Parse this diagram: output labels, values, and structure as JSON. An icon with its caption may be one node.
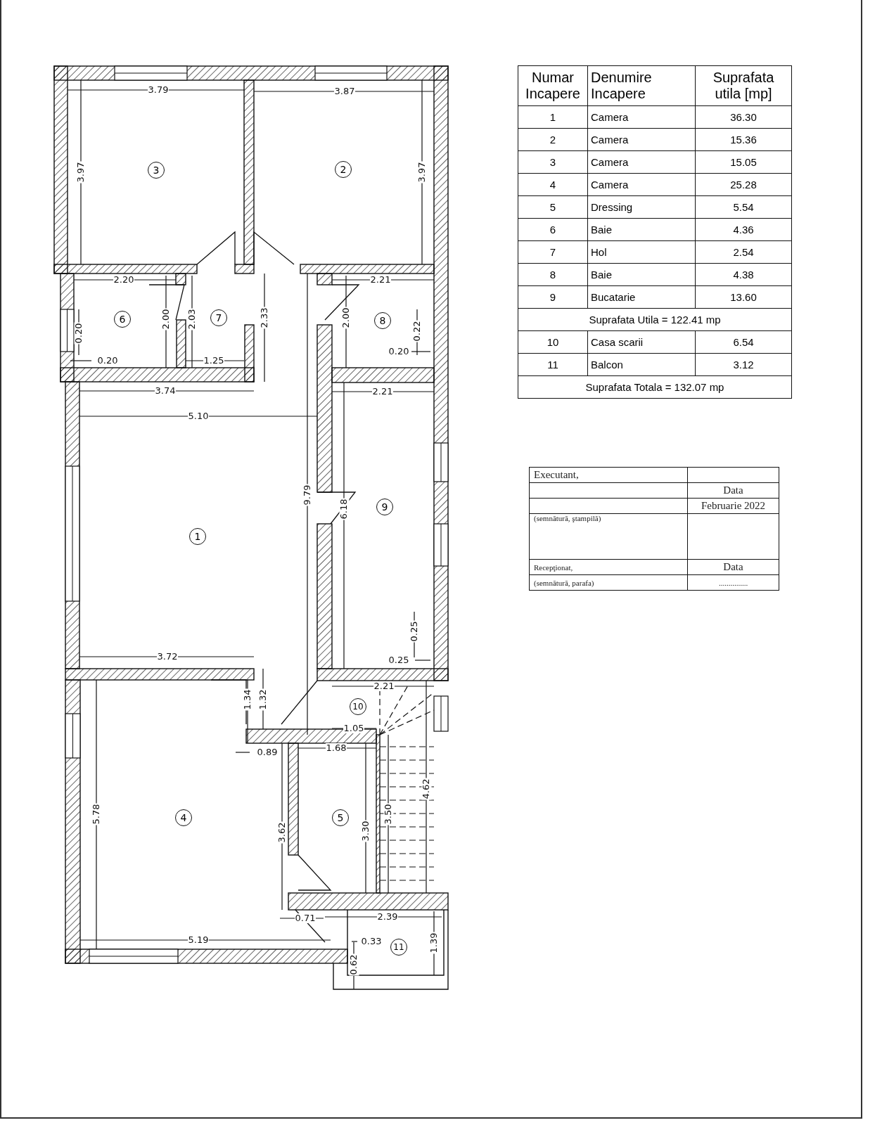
{
  "diagram": {
    "nodes": [
      {
        "text": [
          "3"
        ]
      },
      {
        "text": [
          "2"
        ]
      },
      {
        "text": [
          "6"
        ]
      },
      {
        "text": [
          "7"
        ]
      },
      {
        "text": [
          "8"
        ]
      },
      {
        "text": [
          "9"
        ]
      },
      {
        "text": [
          "1"
        ]
      },
      {
        "text": [
          "10"
        ]
      },
      {
        "text": [
          "4"
        ]
      },
      {
        "text": [
          "5"
        ]
      },
      {
        "text": [
          "11"
        ]
      }
    ],
    "edges": [],
    "labels": [
      "3.79",
      "3.87",
      "3.97",
      "3.97",
      "2.20",
      "2.21",
      "2.00",
      "2.03",
      "2.33",
      "2.00",
      "0.20",
      "0.22",
      "0.20",
      "1.25",
      "0.20",
      "3.74",
      "2.21",
      "5.10",
      "9.79",
      "6.18",
      "0.25",
      "3.72",
      "0.25",
      "2.21",
      "1.34",
      "1.32",
      "1.05",
      "1.68",
      "0.89",
      "5.78",
      "3.62",
      "3.30",
      "3.50",
      "4.62",
      "0.71",
      "2.39",
      "5.19",
      "0.33",
      "1.39",
      "0.62",
      "Numar Incapere",
      "Denumire Incapere",
      "Suprafata utila [mp]",
      "1",
      "Camera",
      "36.30",
      "2",
      "Camera",
      "15.36",
      "3",
      "Camera",
      "15.05",
      "4",
      "Camera",
      "25.28",
      "5",
      "Dressing",
      "5.54",
      "6",
      "Baie",
      "4.36",
      "7",
      "Hol",
      "2.54",
      "8",
      "Baie",
      "4.38",
      "9",
      "Bucatarie",
      "13.60",
      "Suprafata Utila = 122.41 mp",
      "10",
      "Casa scarii",
      "6.54",
      "11",
      "Balcon",
      "3.12",
      "Suprafata Totala = 132.07 mp",
      "Executant,",
      "Data",
      "Februarie 2022",
      "(semnătură, ştampilă)",
      "Recepţionat,",
      "Data",
      "(semnătură, parafa)",
      "..............."
    ]
  }
}
